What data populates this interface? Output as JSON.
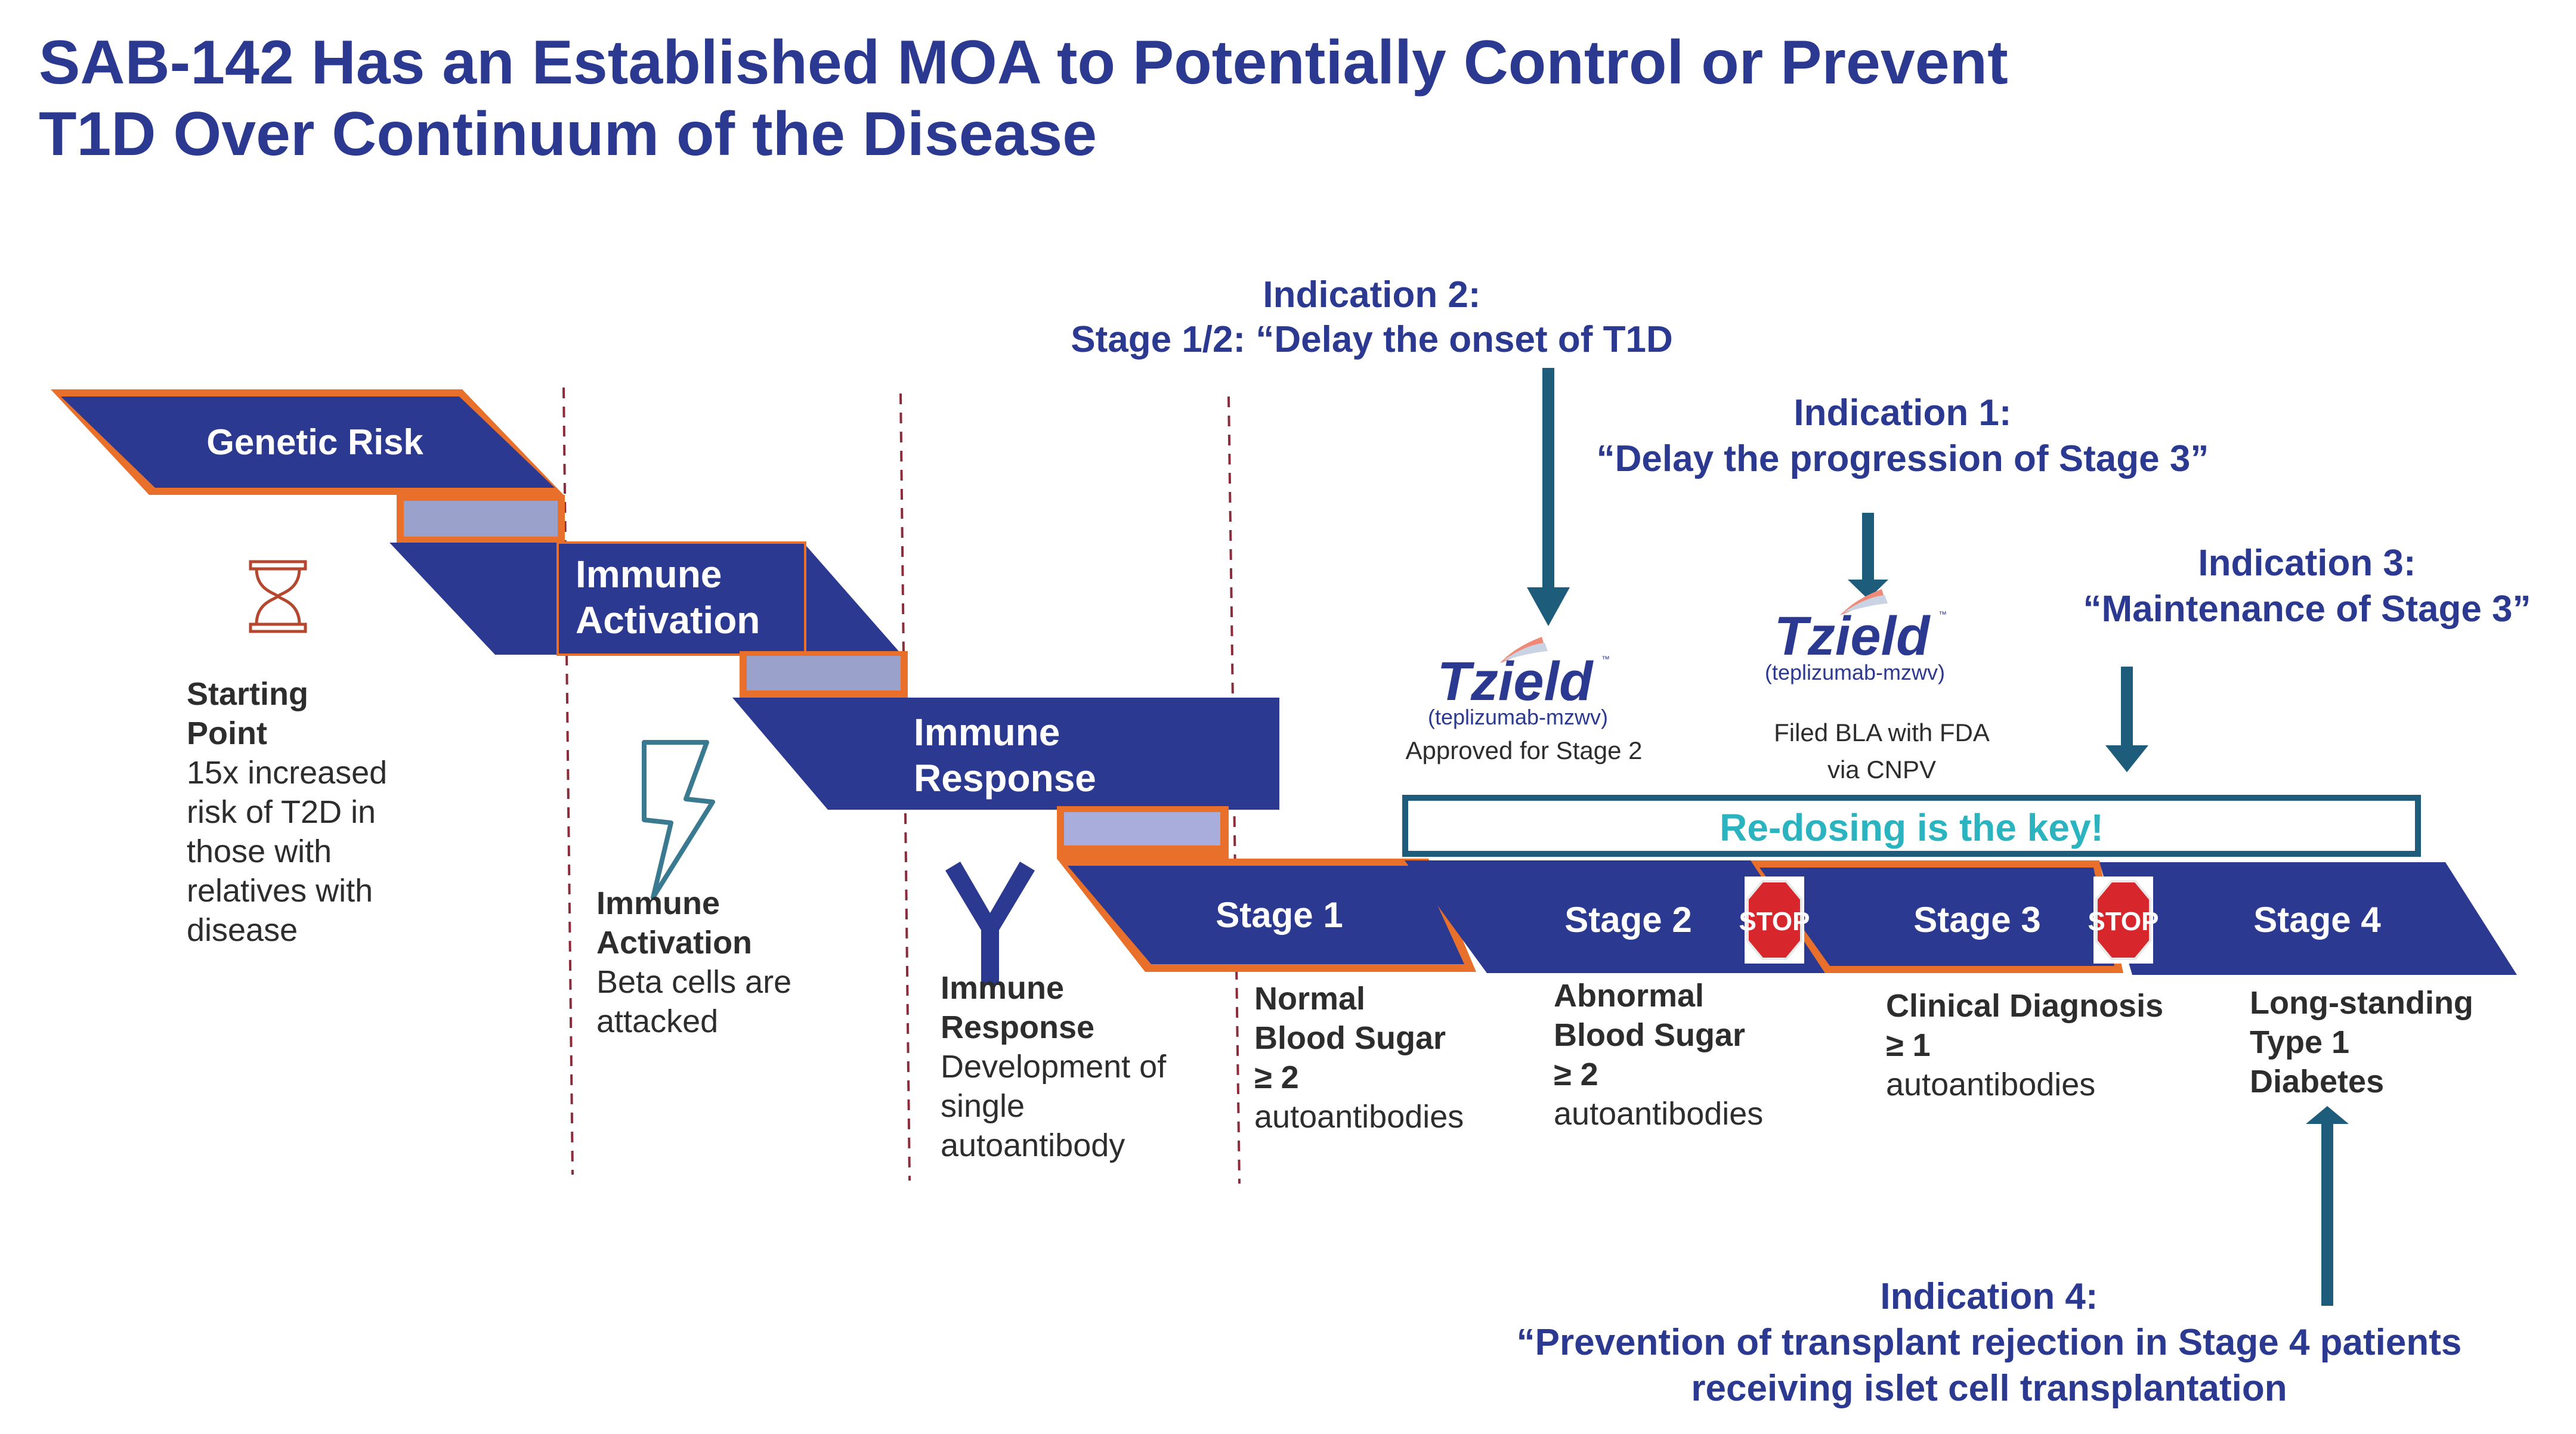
{
  "title": {
    "line1": "SAB-142 Has an Established MOA to Potentially Control or Prevent",
    "line2": "T1D Over Continuum of the Disease"
  },
  "colors": {
    "navy": "#2b3990",
    "orange": "#e8702a",
    "lavender": "#9aa1cb",
    "teal_arrow": "#1d5c7a",
    "teal_text": "#2bb3c0",
    "stop_red": "#d7262c",
    "dashed_line": "#8b2c3a"
  },
  "phases": [
    {
      "label": "Genetic Risk"
    },
    {
      "label_line1": "Immune",
      "label_line2": "Activation"
    },
    {
      "label_line1": "Immune",
      "label_line2": "Response"
    }
  ],
  "stages": [
    {
      "label": "Stage 1",
      "desc_bold": [
        "Normal",
        "Blood Sugar",
        "≥ 2"
      ],
      "desc": [
        "autoantibodies"
      ]
    },
    {
      "label": "Stage 2",
      "desc_bold": [
        "Abnormal",
        "Blood Sugar",
        "≥ 2"
      ],
      "desc": [
        "autoantibodies"
      ]
    },
    {
      "label": "Stage 3",
      "desc_bold": [
        "Clinical Diagnosis",
        "≥ 1"
      ],
      "desc": [
        "autoantibodies"
      ]
    },
    {
      "label": "Stage 4",
      "desc_bold": [
        "Long-standing",
        "Type 1",
        "Diabetes"
      ],
      "desc": []
    }
  ],
  "stop_sign": {
    "label": "STOP"
  },
  "columns": [
    {
      "icon": "hourglass-icon",
      "heading": [
        "Starting",
        "Point"
      ],
      "body": [
        "15x increased",
        "risk of T2D in",
        "those with",
        "relatives with",
        "disease"
      ]
    },
    {
      "icon": "lightning-icon",
      "heading": [
        "Immune",
        "Activation"
      ],
      "body": [
        "Beta cells are",
        "attacked"
      ]
    },
    {
      "icon": "antibody-icon",
      "heading": [
        "Immune",
        "Response"
      ],
      "body": [
        "Development of",
        "single",
        "autoantibody"
      ]
    }
  ],
  "indications": {
    "ind2": {
      "line1": "Indication 2:",
      "line2": "Stage 1/2: “Delay the onset of T1D"
    },
    "ind1": {
      "line1": "Indication 1:",
      "line2": "“Delay the progression of Stage 3”"
    },
    "ind3": {
      "line1": "Indication 3:",
      "line2": "“Maintenance of Stage 3”"
    },
    "ind4": {
      "line1": "Indication 4:",
      "line2": "“Prevention of transplant rejection in Stage 4 patients",
      "line3": "receiving islet cell transplantation"
    }
  },
  "tzield": [
    {
      "brand": "Tzield",
      "tm": "™",
      "generic": "(teplizumab-mzwv)",
      "note_lines": [
        "Approved for Stage 2"
      ]
    },
    {
      "brand": "Tzield",
      "tm": "™",
      "generic": "(teplizumab-mzwv)",
      "note_lines": [
        "Filed  BLA with FDA",
        "via CNPV"
      ]
    }
  ],
  "redosing": {
    "label": "Re-dosing is the key!"
  }
}
